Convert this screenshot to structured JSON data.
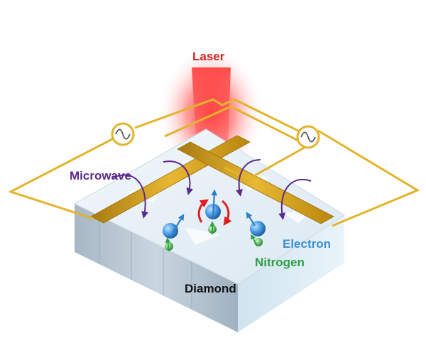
{
  "labels": {
    "laser": "Laser",
    "microwave": "Microwave",
    "electron": "Electron",
    "nitrogen": "Nitrogen",
    "diamond": "Diamond"
  },
  "icons": {
    "ac_source": "ac-source-icon",
    "electron_spin": "electron-spin-icon",
    "nitrogen_spin": "nitrogen-spin-icon",
    "microwave_arrow": "curved-arrow-icon",
    "rotation": "rotation-arrows-icon"
  },
  "colors": {
    "laser": "#e8262a",
    "microwave": "#5b2a8a",
    "electron": "#3a8fd6",
    "nitrogen": "#2e9e45",
    "diamond": "#111111",
    "wire": "#e3b32a"
  }
}
